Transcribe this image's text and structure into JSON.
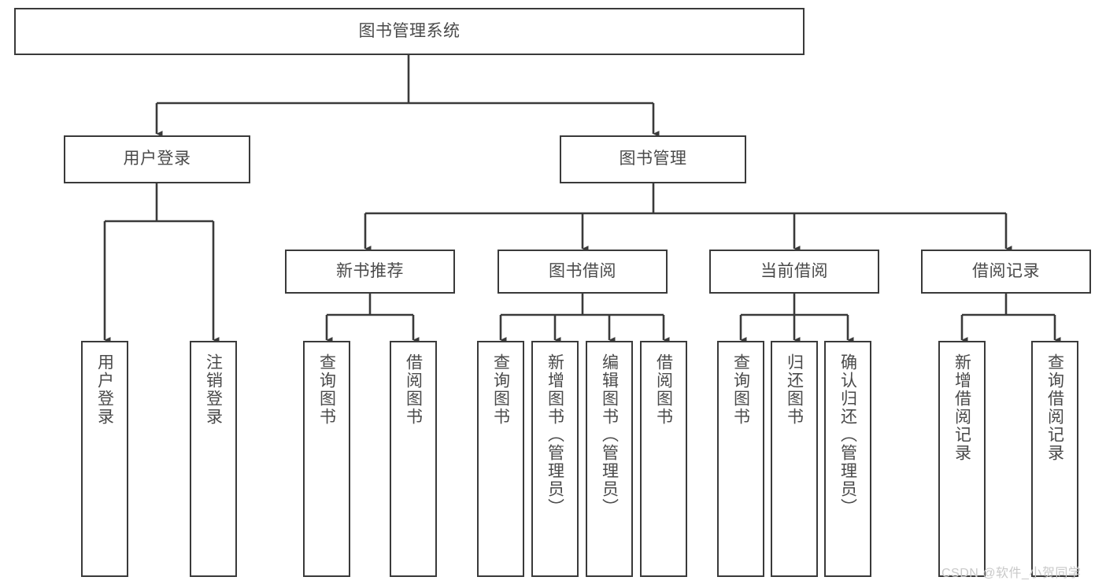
{
  "diagram": {
    "title": "图书管理系统",
    "type": "hierarchy-tree",
    "watermark": "CSDN @软件_小贺同学",
    "colors": {
      "box_border": "#3a3a3a",
      "box_fill": "#ffffff",
      "connector": "#3a3a3a",
      "text": "#4a4a4a",
      "watermark": "#c9c9c9",
      "background": "#ffffff"
    },
    "levels": {
      "root": {
        "label": "图书管理系统",
        "orientation": "horizontal"
      },
      "level1": [
        {
          "id": "user-login",
          "label": "用户登录",
          "orientation": "horizontal"
        },
        {
          "id": "book-management",
          "label": "图书管理",
          "orientation": "horizontal"
        }
      ],
      "level2": [
        {
          "id": "new-book-recommend",
          "label": "新书推荐",
          "orientation": "horizontal",
          "parent": "book-management"
        },
        {
          "id": "book-borrow",
          "label": "图书借阅",
          "orientation": "horizontal",
          "parent": "book-management"
        },
        {
          "id": "current-borrow",
          "label": "当前借阅",
          "orientation": "horizontal",
          "parent": "book-management"
        },
        {
          "id": "borrow-record",
          "label": "借阅记录",
          "orientation": "horizontal",
          "parent": "book-management"
        }
      ],
      "leaves": [
        {
          "id": "leaf-user-login",
          "label": "用户登录",
          "orientation": "vertical",
          "parent": "user-login"
        },
        {
          "id": "leaf-user-logout",
          "label": "注销登录",
          "orientation": "vertical",
          "parent": "user-login"
        },
        {
          "id": "leaf-query-book-1",
          "label": "查询图书",
          "orientation": "vertical",
          "parent": "new-book-recommend"
        },
        {
          "id": "leaf-borrow-book-1",
          "label": "借阅图书",
          "orientation": "vertical",
          "parent": "new-book-recommend"
        },
        {
          "id": "leaf-query-book-2",
          "label": "查询图书",
          "orientation": "vertical",
          "parent": "book-borrow"
        },
        {
          "id": "leaf-add-book",
          "label": "新增图书（管理员）",
          "orientation": "vertical",
          "parent": "book-borrow"
        },
        {
          "id": "leaf-edit-book",
          "label": "编辑图书（管理员）",
          "orientation": "vertical",
          "parent": "book-borrow"
        },
        {
          "id": "leaf-borrow-book-2",
          "label": "借阅图书",
          "orientation": "vertical",
          "parent": "book-borrow"
        },
        {
          "id": "leaf-query-book-3",
          "label": "查询图书",
          "orientation": "vertical",
          "parent": "current-borrow"
        },
        {
          "id": "leaf-return-book",
          "label": "归还图书",
          "orientation": "vertical",
          "parent": "current-borrow"
        },
        {
          "id": "leaf-confirm-return",
          "label": "确认归还（管理员）",
          "orientation": "vertical",
          "parent": "current-borrow"
        },
        {
          "id": "leaf-add-record",
          "label": "新增借阅记录",
          "orientation": "vertical",
          "parent": "borrow-record"
        },
        {
          "id": "leaf-query-record",
          "label": "查询借阅记录",
          "orientation": "vertical",
          "parent": "borrow-record"
        }
      ]
    }
  }
}
